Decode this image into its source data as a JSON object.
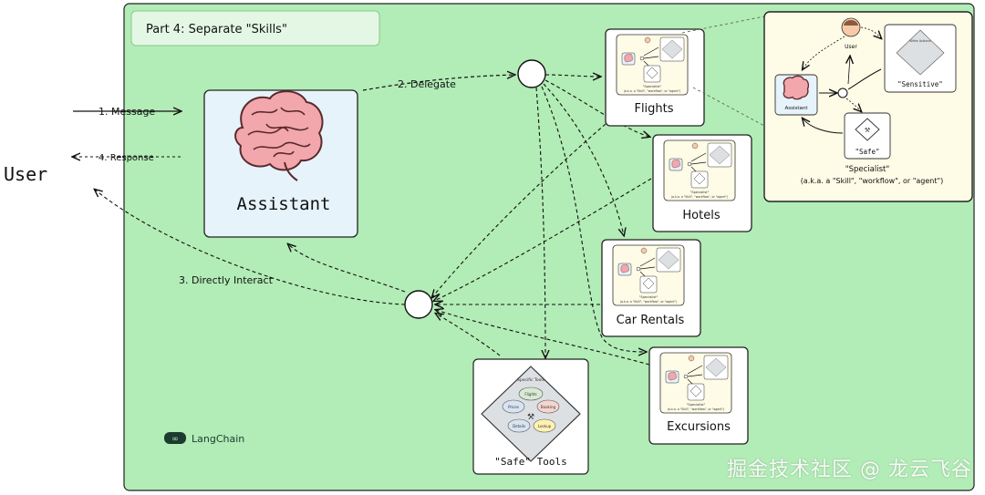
{
  "title": "Part 4: Separate \"Skills\"",
  "user_label": "User",
  "assistant_label": "Assistant",
  "edges": {
    "message": "1. Message",
    "response": "4. Response",
    "delegate": "2. Delegate",
    "direct": "3. Directly Interact"
  },
  "skills": [
    "Flights",
    "Hotels",
    "Car Rentals",
    "Excursions"
  ],
  "mini": {
    "caption": "\"Specialist\"",
    "sub": "(a.k.a. a \"Skill\", \"workflow\", or \"agent\")"
  },
  "safe_tools_label": "\"Safe\" Tools",
  "safe_tools_inner": "Specific Tools",
  "safe_tools_items": [
    "Flights",
    "Prices",
    "Booking",
    "Details",
    "Lookup"
  ],
  "zoom": {
    "user": "User",
    "assistant": "Assistant",
    "sensitive_inner": "Write Actions",
    "sensitive": "\"Sensitive\"",
    "safe": "\"Safe\"",
    "specialist": "\"Specialist\"",
    "specialist_sub": "(a.k.a. a \"Skill\", \"workflow\", or \"agent\")"
  },
  "brand": "LangChain",
  "watermark": "掘金技术社区 @ 龙云飞谷",
  "colors": {
    "panel": "#b2ecb6",
    "assistant_box": "#e6f3fb",
    "brain": "#f2a7ad"
  }
}
